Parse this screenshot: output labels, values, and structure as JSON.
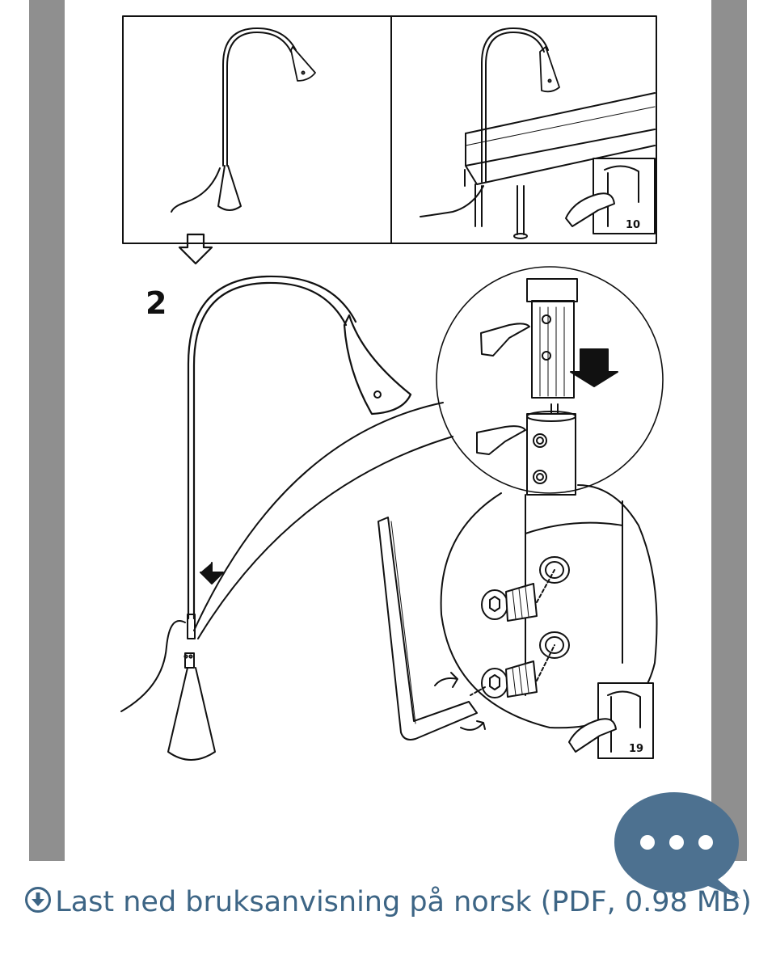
{
  "viewer": {
    "step_number": "2",
    "page_ref_top": "10",
    "page_ref_bottom": "19"
  },
  "download": {
    "label": "Last ned bruksanvisning på norsk (PDF, 0.98 MB)",
    "icon": "download-circle-icon"
  },
  "chat": {
    "icon": "chat-dots-icon"
  },
  "colors": {
    "accent": "#3d6585",
    "chat_bubble": "#4d7190",
    "viewer_border": "#8f8f8f"
  }
}
